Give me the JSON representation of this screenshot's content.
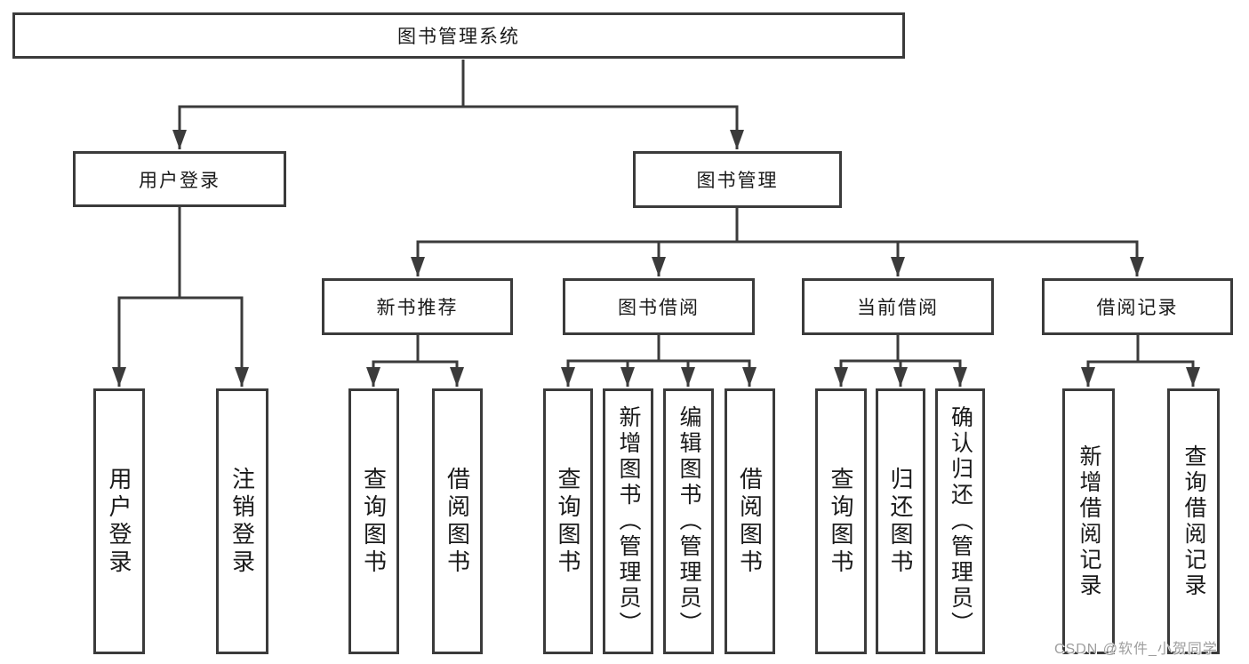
{
  "diagram": {
    "type": "hierarchy",
    "colors": {
      "line": "#3b3b3b",
      "text": "#1a1a1a",
      "box_bg": "#ffffff",
      "watermark": "#9e9e9e"
    },
    "tree": {
      "label": "图书管理系统",
      "children": [
        {
          "label": "用户登录",
          "children": [
            {
              "label": "用户登录"
            },
            {
              "label": "注销登录"
            }
          ]
        },
        {
          "label": "图书管理",
          "children": [
            {
              "label": "新书推荐",
              "children": [
                {
                  "label": "查询图书"
                },
                {
                  "label": "借阅图书"
                }
              ]
            },
            {
              "label": "图书借阅",
              "children": [
                {
                  "label": "查询图书"
                },
                {
                  "label": "新增图书（管理员）"
                },
                {
                  "label": "编辑图书（管理员）"
                },
                {
                  "label": "借阅图书"
                }
              ]
            },
            {
              "label": "当前借阅",
              "children": [
                {
                  "label": "查询图书"
                },
                {
                  "label": "归还图书"
                },
                {
                  "label": "确认归还（管理员）"
                }
              ]
            },
            {
              "label": "借阅记录",
              "children": [
                {
                  "label": "新增借阅记录"
                },
                {
                  "label": "查询借阅记录"
                }
              ]
            }
          ]
        }
      ]
    }
  },
  "watermark": {
    "text": "CSDN @软件_小贺同学"
  }
}
